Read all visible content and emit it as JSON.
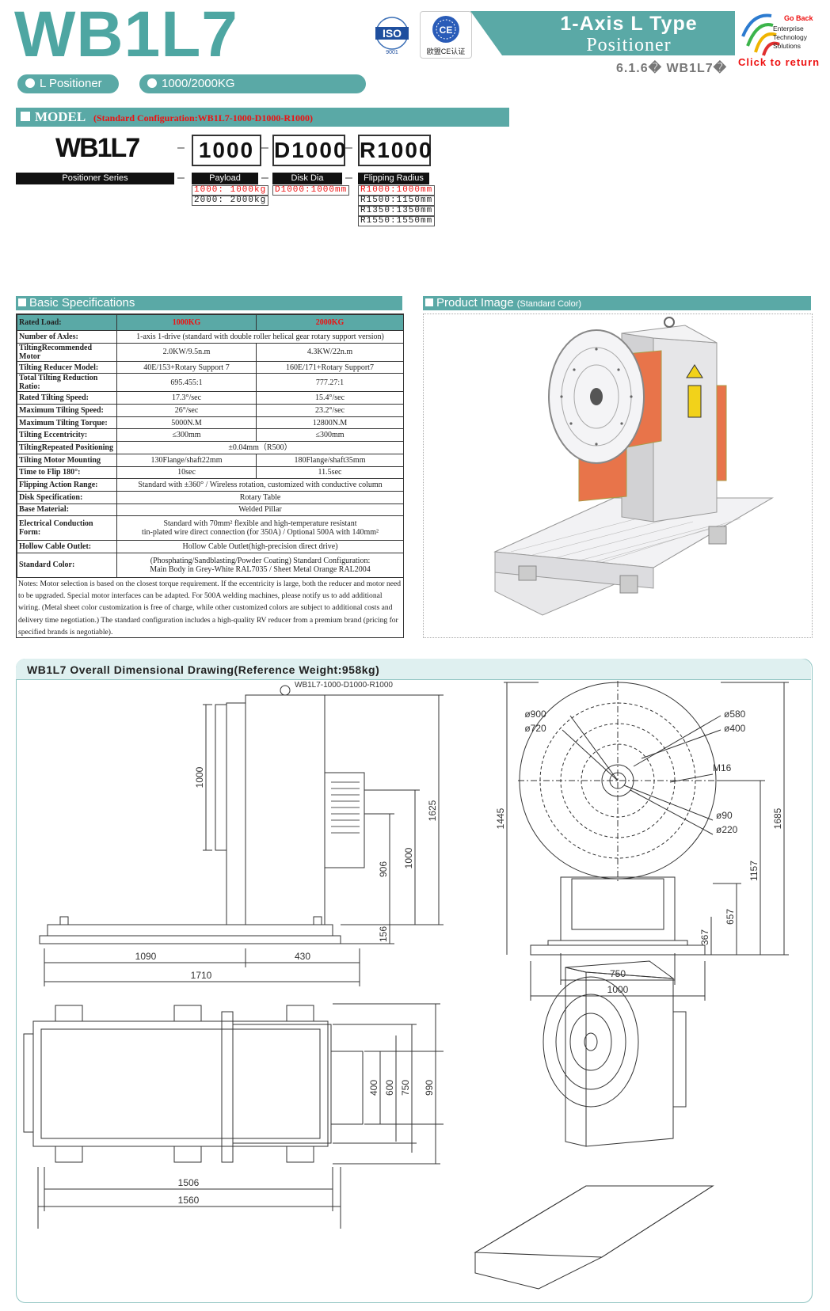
{
  "header": {
    "title": "WB1L7",
    "banner_line1": "1-Axis L Type",
    "banner_line2": "Positioner",
    "section_code": "6.1.6� WB1L7�",
    "iso_text": "ISO",
    "iso_number": "9001",
    "ce_text": "欧盟CE认证",
    "logo_line1": "Go Back",
    "logo_line2": "Enterprise",
    "logo_line3": "Technology",
    "logo_line4": "Solutions",
    "click_to_return": "Click to return",
    "pill_type": "L  Positioner",
    "pill_load": "1000/2000KG"
  },
  "model": {
    "label": "MODEL",
    "config": "(Standard Configuration:WB1L7-1000-D1000-R1000)",
    "series": "WB1L7",
    "code_payload": "1000",
    "code_disk": "D1000",
    "code_radius": "R1000",
    "series_caption": "Positioner Series",
    "payload_caption": "Payload",
    "disk_caption": "Disk Dia",
    "radius_caption": "Flipping Radius",
    "payload_opts": [
      "1000:  1000kg",
      "2000:  2000kg"
    ],
    "disk_opts": [
      "D1000:1000mm"
    ],
    "radius_opts": [
      "R1000:1000mm",
      "R1500:1150mm",
      "R1350:1350mm",
      "R1550:1550mm"
    ]
  },
  "specs": {
    "title": "Basic Specifications",
    "header": {
      "label": "Rated Load:",
      "col1": "1000KG",
      "col2": "2000KG"
    },
    "rows": [
      {
        "label": "Number of Axles:",
        "merged": "1-axis 1-drive (standard with double roller helical gear rotary support version)"
      },
      {
        "label": "TiltingRecommended Motor",
        "c1": "2.0KW/9.5n.m",
        "c2": "4.3KW/22n.m"
      },
      {
        "label": "Tilting Reducer Model:",
        "c1": "40E/153+Rotary Support 7",
        "c2": "160E/171+Rotary Support7"
      },
      {
        "label": "Total Tilting Reduction Ratio:",
        "c1": "695.455:1",
        "c2": "777.27:1"
      },
      {
        "label": "Rated Tilting Speed:",
        "c1": "17.3°/sec",
        "c2": "15.4°/sec"
      },
      {
        "label": "Maximum Tilting Speed:",
        "c1": "26°/sec",
        "c2": "23.2°/sec"
      },
      {
        "label": "Maximum Tilting Torque:",
        "c1": "5000N.M",
        "c2": "12800N.M"
      },
      {
        "label": "Tilting Eccentricity:",
        "c1": "≤300mm",
        "c2": "≤300mm"
      },
      {
        "label": "TiltingRepeated Positioning",
        "merged": "±0.04mm（R500）"
      },
      {
        "label": "Tilting Motor Mounting",
        "c1": "130Flange/shaft22mm",
        "c2": "180Flange/shaft35mm"
      },
      {
        "label": "Time to Flip 180°:",
        "c1": "10sec",
        "c2": "11.5sec"
      },
      {
        "label": "Flipping Action Range:",
        "merged": "Standard with ±360° / Wireless rotation, customized with conductive column"
      },
      {
        "label": "Disk Specification:",
        "merged": "Rotary Table"
      },
      {
        "label": "Base Material:",
        "merged": "Welded Pillar"
      },
      {
        "label": "Electrical Conduction Form:",
        "merged": "Standard with 70mm² flexible and high-temperature resistant",
        "merged2": "tin-plated wire direct connection (for 350A) / Optional 500A with 140mm²"
      },
      {
        "label": "Hollow Cable Outlet:",
        "merged": "Hollow Cable Outlet(high-precision direct drive)"
      },
      {
        "label": "Standard Color:",
        "merged": "(Phosphating/Sandblasting/Powder Coating) Standard Configuration:",
        "merged2": "Main Body in Grey-White RAL7035 / Sheet Metal Orange RAL2004"
      }
    ],
    "notes": "Notes: Motor selection is based on the closest torque requirement. If the eccentricity is large, both the reducer and motor need to be upgraded. Special motor interfaces can be adapted. For 500A welding machines, please notify us to add additional wiring. (Metal sheet color customization is free of charge, while other customized colors are subject to additional costs and delivery time negotiation.) The standard configuration includes a high-quality RV reducer from a premium brand (pricing for specified brands is negotiable)."
  },
  "product": {
    "title": "Product Image",
    "subtitle": "(Standard Color)"
  },
  "drawing": {
    "title": "WB1L7 Overall Dimensional Drawing(Reference Weight:958kg)",
    "model_label": "WB1L7-1000-D1000-R1000",
    "side": {
      "d1000": "1000",
      "d906": "906",
      "d1000b": "1000",
      "d1625": "1625",
      "d156": "156",
      "d1090": "1090",
      "d430": "430",
      "d1710": "1710"
    },
    "front": {
      "d900": "ø900",
      "d720": "ø720",
      "d580": "ø580",
      "d400": "ø400",
      "m16": "M16",
      "d90": "ø90",
      "d220": "ø220",
      "d1445": "1445",
      "d1685": "1685",
      "d1157": "1157",
      "d657": "657",
      "d367": "367",
      "d750": "750",
      "d1000": "1000"
    },
    "top": {
      "d400": "400",
      "d600": "600",
      "d750": "750",
      "d990": "990",
      "d1506": "1506",
      "d1560": "1560"
    }
  },
  "colors": {
    "teal": "#5aa9a6",
    "red": "#e11111",
    "orange": "#e8744a",
    "light_teal": "#dff0f0"
  }
}
